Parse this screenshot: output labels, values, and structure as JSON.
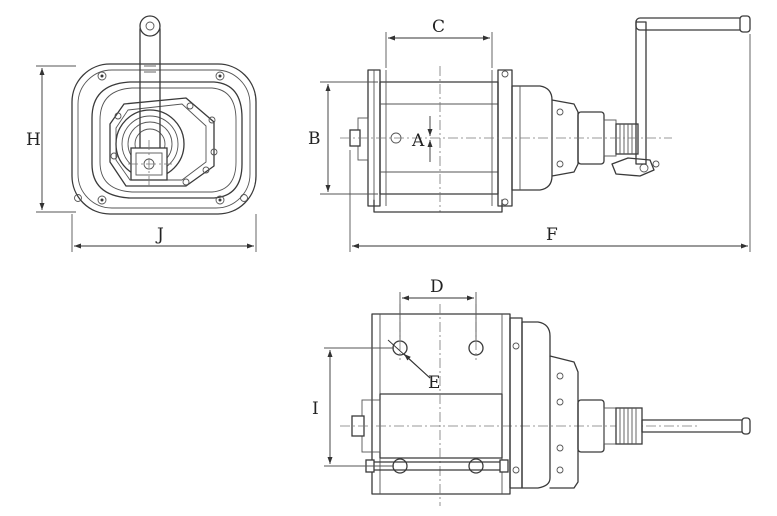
{
  "dimension_labels": {
    "H": "H",
    "J": "J",
    "B": "B",
    "C": "C",
    "A": "A",
    "F": "F",
    "D": "D",
    "E": "E",
    "I": "I"
  }
}
